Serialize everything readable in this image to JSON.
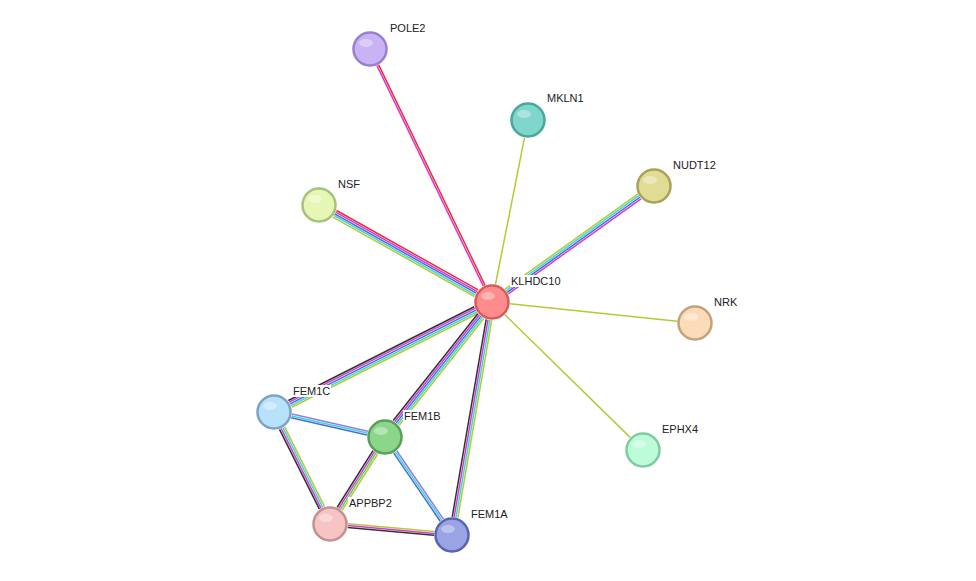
{
  "diagram": {
    "nodes": [
      {
        "text": [
          "POLE2"
        ]
      },
      {
        "text": [
          "MKLN1"
        ]
      },
      {
        "text": [
          "NUDT12"
        ]
      },
      {
        "text": [
          "NSF"
        ]
      },
      {
        "text": [
          "KLHDC10"
        ]
      },
      {
        "text": [
          "NRK"
        ]
      },
      {
        "text": [
          "FEM1C"
        ]
      },
      {
        "text": [
          "FEM1B"
        ]
      },
      {
        "text": [
          "EPHX4"
        ]
      },
      {
        "text": [
          "APPBP2"
        ]
      },
      {
        "text": [
          "FEM1A"
        ]
      }
    ],
    "edges": [
      {
        "from": 4,
        "to": 0,
        "arrow": "none"
      },
      {
        "from": 4,
        "to": 1,
        "arrow": "none"
      },
      {
        "from": 4,
        "to": 2,
        "arrow": "none"
      },
      {
        "from": 4,
        "to": 3,
        "arrow": "none"
      },
      {
        "from": 4,
        "to": 5,
        "arrow": "none"
      },
      {
        "from": 4,
        "to": 8,
        "arrow": "none"
      },
      {
        "from": 4,
        "to": 6,
        "arrow": "none"
      },
      {
        "from": 4,
        "to": 7,
        "arrow": "none"
      },
      {
        "from": 4,
        "to": 10,
        "arrow": "none"
      },
      {
        "from": 6,
        "to": 7,
        "arrow": "none"
      },
      {
        "from": 6,
        "to": 9,
        "arrow": "none"
      },
      {
        "from": 7,
        "to": 9,
        "arrow": "none"
      },
      {
        "from": 7,
        "to": 10,
        "arrow": "none"
      },
      {
        "from": 9,
        "to": 10,
        "arrow": "none"
      }
    ]
  }
}
